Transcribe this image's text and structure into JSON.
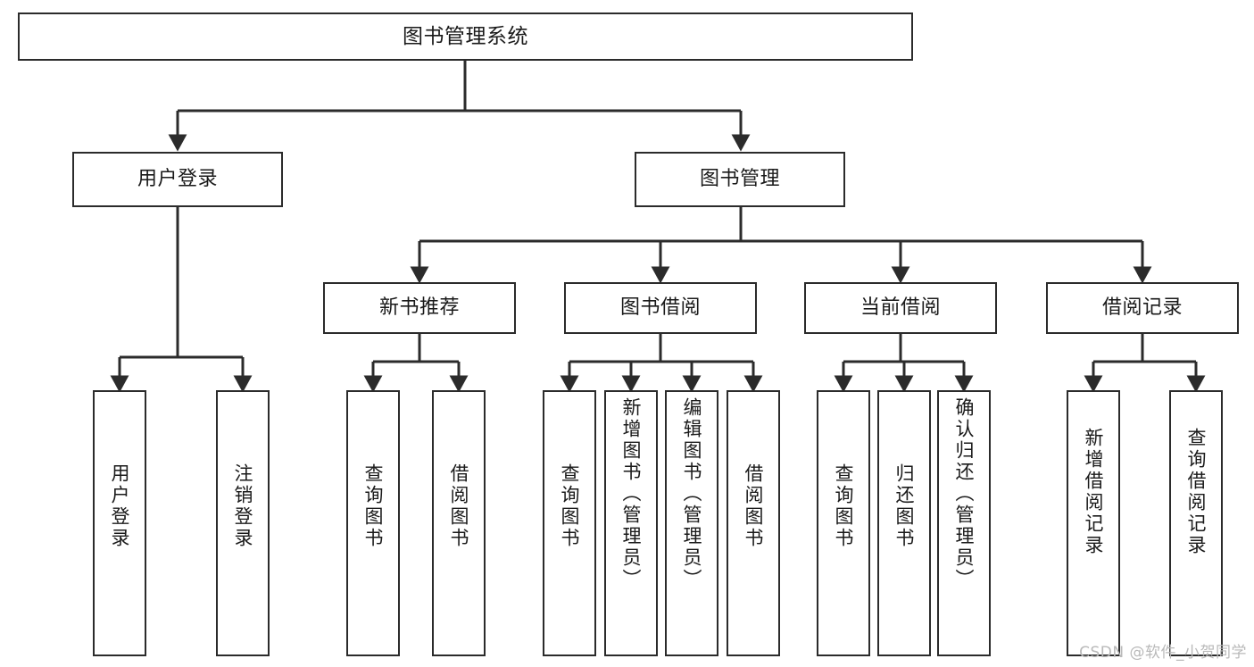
{
  "diagram": {
    "title": "图书管理系统",
    "type": "tree",
    "style": {
      "box_border_color": "#2b2b2b",
      "box_fill_color": "#ffffff",
      "line_color": "#2b2b2b",
      "text_color": "#1a1a1a",
      "background": "#ffffff",
      "watermark_color": "#b9b9b9"
    },
    "nodes": {
      "root": {
        "label": "图书管理系统",
        "level": 1
      },
      "l2": [
        {
          "id": "user-login",
          "label": "用户登录",
          "level": 2
        },
        {
          "id": "book-manage",
          "label": "图书管理",
          "level": 2
        }
      ],
      "l3": [
        {
          "id": "new-book-rec",
          "label": "新书推荐",
          "level": 3,
          "parent": "book-manage"
        },
        {
          "id": "book-borrow",
          "label": "图书借阅",
          "level": 3,
          "parent": "book-manage"
        },
        {
          "id": "current-borrow",
          "label": "当前借阅",
          "level": 3,
          "parent": "book-manage"
        },
        {
          "id": "borrow-record",
          "label": "借阅记录",
          "level": 3,
          "parent": "book-manage"
        }
      ],
      "leaves": [
        {
          "id": "leaf-user-login",
          "label": "用户登录",
          "parent": "user-login"
        },
        {
          "id": "leaf-logout-login",
          "label": "注销登录",
          "parent": "user-login"
        },
        {
          "id": "leaf-query-book-1",
          "label": "查询图书",
          "parent": "new-book-rec"
        },
        {
          "id": "leaf-borrow-book-1",
          "label": "借阅图书",
          "parent": "new-book-rec"
        },
        {
          "id": "leaf-query-book-2",
          "label": "查询图书",
          "parent": "book-borrow"
        },
        {
          "id": "leaf-add-book",
          "label": "新增图书（管理员）",
          "parent": "book-borrow"
        },
        {
          "id": "leaf-edit-book",
          "label": "编辑图书（管理员）",
          "parent": "book-borrow"
        },
        {
          "id": "leaf-borrow-book-2",
          "label": "借阅图书",
          "parent": "book-borrow"
        },
        {
          "id": "leaf-query-book-3",
          "label": "查询图书",
          "parent": "current-borrow"
        },
        {
          "id": "leaf-return-book",
          "label": "归还图书",
          "parent": "current-borrow"
        },
        {
          "id": "leaf-confirm-return",
          "label": "确认归还（管理员）",
          "parent": "current-borrow"
        },
        {
          "id": "leaf-add-record",
          "label": "新增借阅记录",
          "parent": "borrow-record"
        },
        {
          "id": "leaf-query-record",
          "label": "查询借阅记录",
          "parent": "borrow-record"
        }
      ]
    }
  },
  "watermark": {
    "text": "CSDN @软件_小贺同学"
  }
}
